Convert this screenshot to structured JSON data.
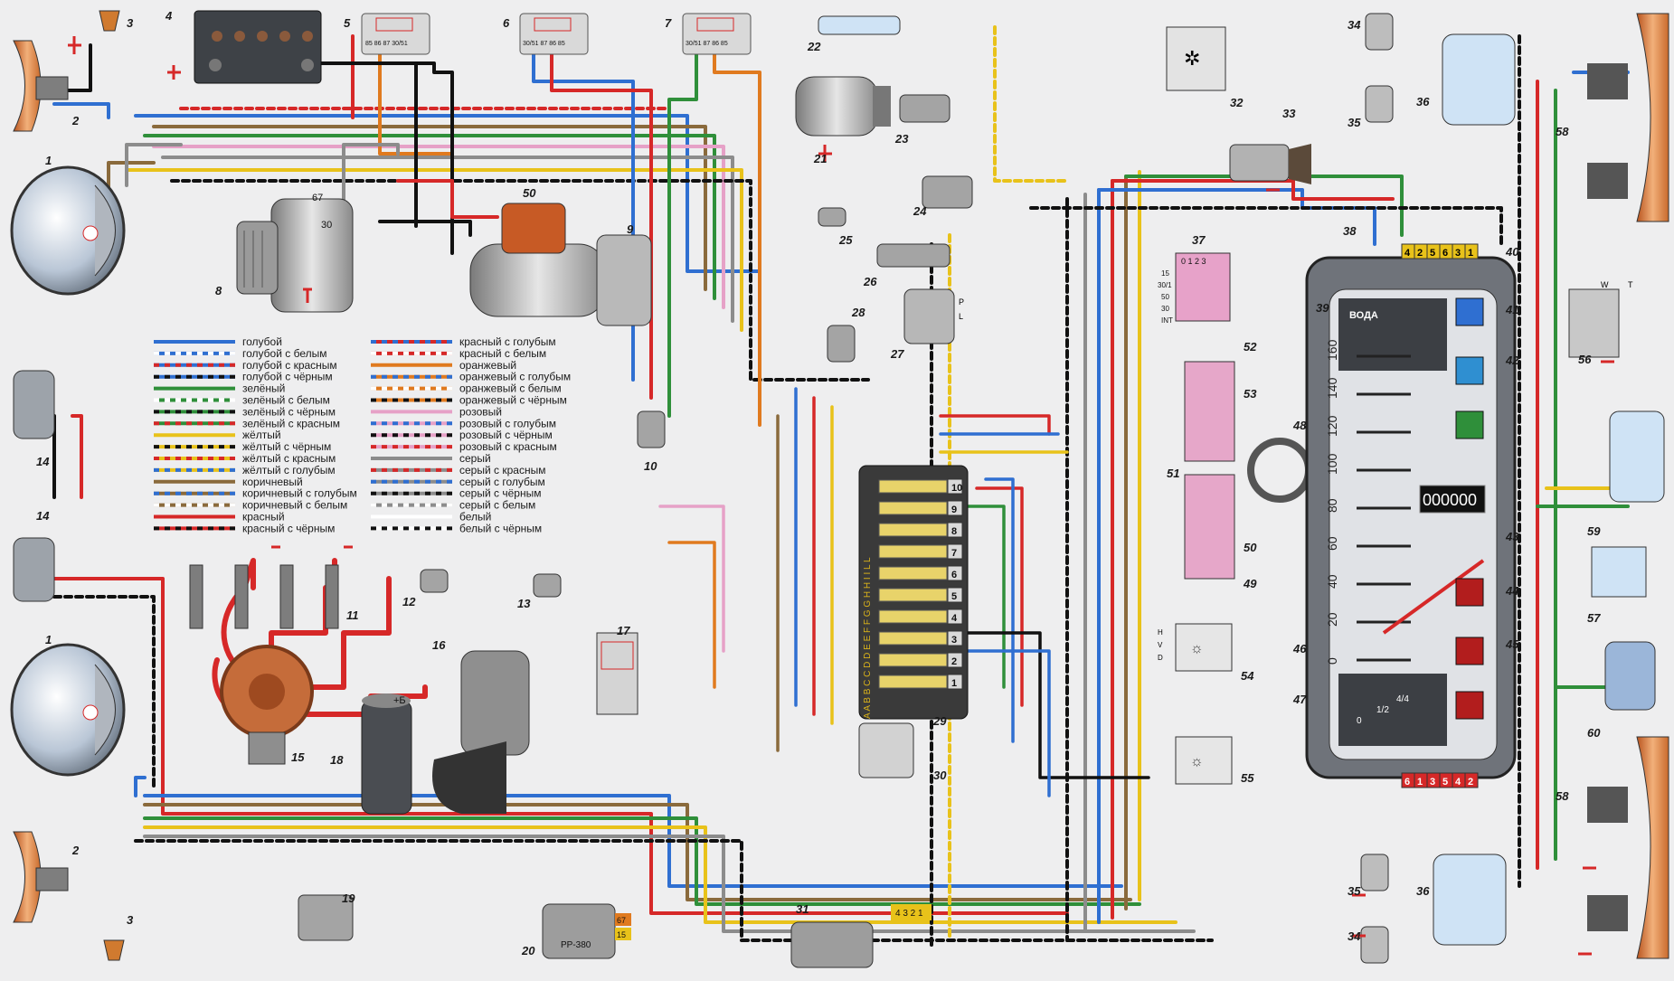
{
  "legend": [
    {
      "label": "голубой",
      "c1": "#2f6fd1",
      "c2": "#2f6fd1"
    },
    {
      "label": "голубой с белым",
      "c1": "#2f6fd1",
      "c2": "#ffffff"
    },
    {
      "label": "голубой с красным",
      "c1": "#2f6fd1",
      "c2": "#d62828"
    },
    {
      "label": "голубой с чёрным",
      "c1": "#2f6fd1",
      "c2": "#111111"
    },
    {
      "label": "зелёный",
      "c1": "#2f8f3a",
      "c2": "#2f8f3a"
    },
    {
      "label": "зелёный с белым",
      "c1": "#2f8f3a",
      "c2": "#ffffff"
    },
    {
      "label": "зелёный с чёрным",
      "c1": "#2f8f3a",
      "c2": "#111111"
    },
    {
      "label": "зелёный с красным",
      "c1": "#2f8f3a",
      "c2": "#d62828"
    },
    {
      "label": "жёлтый",
      "c1": "#e8c21a",
      "c2": "#e8c21a"
    },
    {
      "label": "жёлтый с чёрным",
      "c1": "#e8c21a",
      "c2": "#111111"
    },
    {
      "label": "жёлтый с красным",
      "c1": "#e8c21a",
      "c2": "#d62828"
    },
    {
      "label": "жёлтый с голубым",
      "c1": "#e8c21a",
      "c2": "#2f6fd1"
    },
    {
      "label": "коричневый",
      "c1": "#8a6a3c",
      "c2": "#8a6a3c"
    },
    {
      "label": "коричневый с голубым",
      "c1": "#8a6a3c",
      "c2": "#2f6fd1"
    },
    {
      "label": "коричневый с белым",
      "c1": "#8a6a3c",
      "c2": "#ffffff"
    },
    {
      "label": "красный",
      "c1": "#d62828",
      "c2": "#d62828"
    },
    {
      "label": "красный с чёрным",
      "c1": "#d62828",
      "c2": "#111111"
    },
    {
      "label": "красный с голубым",
      "c1": "#d62828",
      "c2": "#2f6fd1"
    },
    {
      "label": "красный с белым",
      "c1": "#d62828",
      "c2": "#ffffff"
    },
    {
      "label": "оранжевый",
      "c1": "#e07a1f",
      "c2": "#e07a1f"
    },
    {
      "label": "оранжевый с голубым",
      "c1": "#e07a1f",
      "c2": "#2f6fd1"
    },
    {
      "label": "оранжевый с белым",
      "c1": "#e07a1f",
      "c2": "#ffffff"
    },
    {
      "label": "оранжевый с чёрным",
      "c1": "#e07a1f",
      "c2": "#111111"
    },
    {
      "label": "розовый",
      "c1": "#e6a1c7",
      "c2": "#e6a1c7"
    },
    {
      "label": "розовый с голубым",
      "c1": "#e6a1c7",
      "c2": "#2f6fd1"
    },
    {
      "label": "розовый с чёрным",
      "c1": "#e6a1c7",
      "c2": "#111111"
    },
    {
      "label": "розовый с красным",
      "c1": "#e6a1c7",
      "c2": "#d62828"
    },
    {
      "label": "серый",
      "c1": "#8c8c8c",
      "c2": "#8c8c8c"
    },
    {
      "label": "серый с красным",
      "c1": "#8c8c8c",
      "c2": "#d62828"
    },
    {
      "label": "серый с голубым",
      "c1": "#8c8c8c",
      "c2": "#2f6fd1"
    },
    {
      "label": "серый с чёрным",
      "c1": "#8c8c8c",
      "c2": "#111111"
    },
    {
      "label": "серый с белым",
      "c1": "#8c8c8c",
      "c2": "#ffffff"
    },
    {
      "label": "белый",
      "c1": "#ffffff",
      "c2": "#ffffff"
    },
    {
      "label": "белый с чёрным",
      "c1": "#ffffff",
      "c2": "#111111"
    }
  ],
  "callouts": {
    "n1": "1",
    "n2": "2",
    "n3": "3",
    "n4": "4",
    "n5": "5",
    "n6": "6",
    "n7": "7",
    "n8": "8",
    "n9": "9",
    "n10": "10",
    "n11": "11",
    "n12": "12",
    "n13": "13",
    "n14": "14",
    "n15": "15",
    "n16": "16",
    "n17": "17",
    "n18": "18",
    "n19": "19",
    "n20": "20",
    "n21": "21",
    "n22": "22",
    "n23": "23",
    "n24": "24",
    "n25": "25",
    "n26": "26",
    "n27": "27",
    "n28": "28",
    "n29": "29",
    "n30": "30",
    "n31": "31",
    "n32": "32",
    "n33": "33",
    "n34": "34",
    "n35": "35",
    "n36": "36",
    "n37": "37",
    "n38": "38",
    "n39": "39",
    "n40": "40",
    "n41": "41",
    "n42": "42",
    "n43": "43",
    "n44": "44",
    "n45": "45",
    "n46": "46",
    "n47": "47",
    "n48": "48",
    "n49": "49",
    "n50": "50",
    "n51": "51",
    "n52": "52",
    "n53": "53",
    "n54": "54",
    "n55": "55",
    "n56": "56",
    "n57": "57",
    "n58": "58",
    "n59": "59",
    "n60": "60",
    "n67": "67"
  },
  "relay_terminals": {
    "r5": "85 86   87 30/51",
    "r6": "30/51 87   86 85",
    "r7": "30/51 87   86 85"
  },
  "generator_terminals": {
    "t67": "67",
    "t30": "30"
  },
  "ignition_switch": {
    "positions": "0 1 2 3",
    "t15": "15",
    "t301": "30/1",
    "t50": "50",
    "t30": "30",
    "tint": "INT"
  },
  "oil_sensor": {
    "p": "P",
    "l": "L"
  },
  "regulator": {
    "model": "PP-380",
    "t67": "67",
    "t15": "15"
  },
  "coil": {
    "plus": "+Б"
  },
  "fuse_box": {
    "left_letters": "A A B B C C D D E E F F G G H H I I L L",
    "right_numbers": [
      "1",
      "2",
      "3",
      "4",
      "5",
      "6",
      "7",
      "8",
      "9",
      "10"
    ]
  },
  "light_switch": {
    "h": "H",
    "v": "V",
    "d": "D"
  },
  "instrument_cluster": {
    "top_connector": [
      "4",
      "2",
      "5",
      "6",
      "3",
      "1"
    ],
    "bottom_connector": [
      "6",
      "1",
      "3",
      "5",
      "4",
      "2"
    ],
    "water_label": "ВОДА",
    "speed_ticks": [
      "0",
      "20",
      "40",
      "60",
      "80",
      "100",
      "120",
      "140",
      "160"
    ],
    "odometer": "000000",
    "fuel_marks": [
      "0",
      "1/2",
      "4/4"
    ]
  },
  "stop_switch": {
    "w": "W",
    "t": "T"
  },
  "gauge_31": {
    "terminals": "4 3 2 1"
  }
}
